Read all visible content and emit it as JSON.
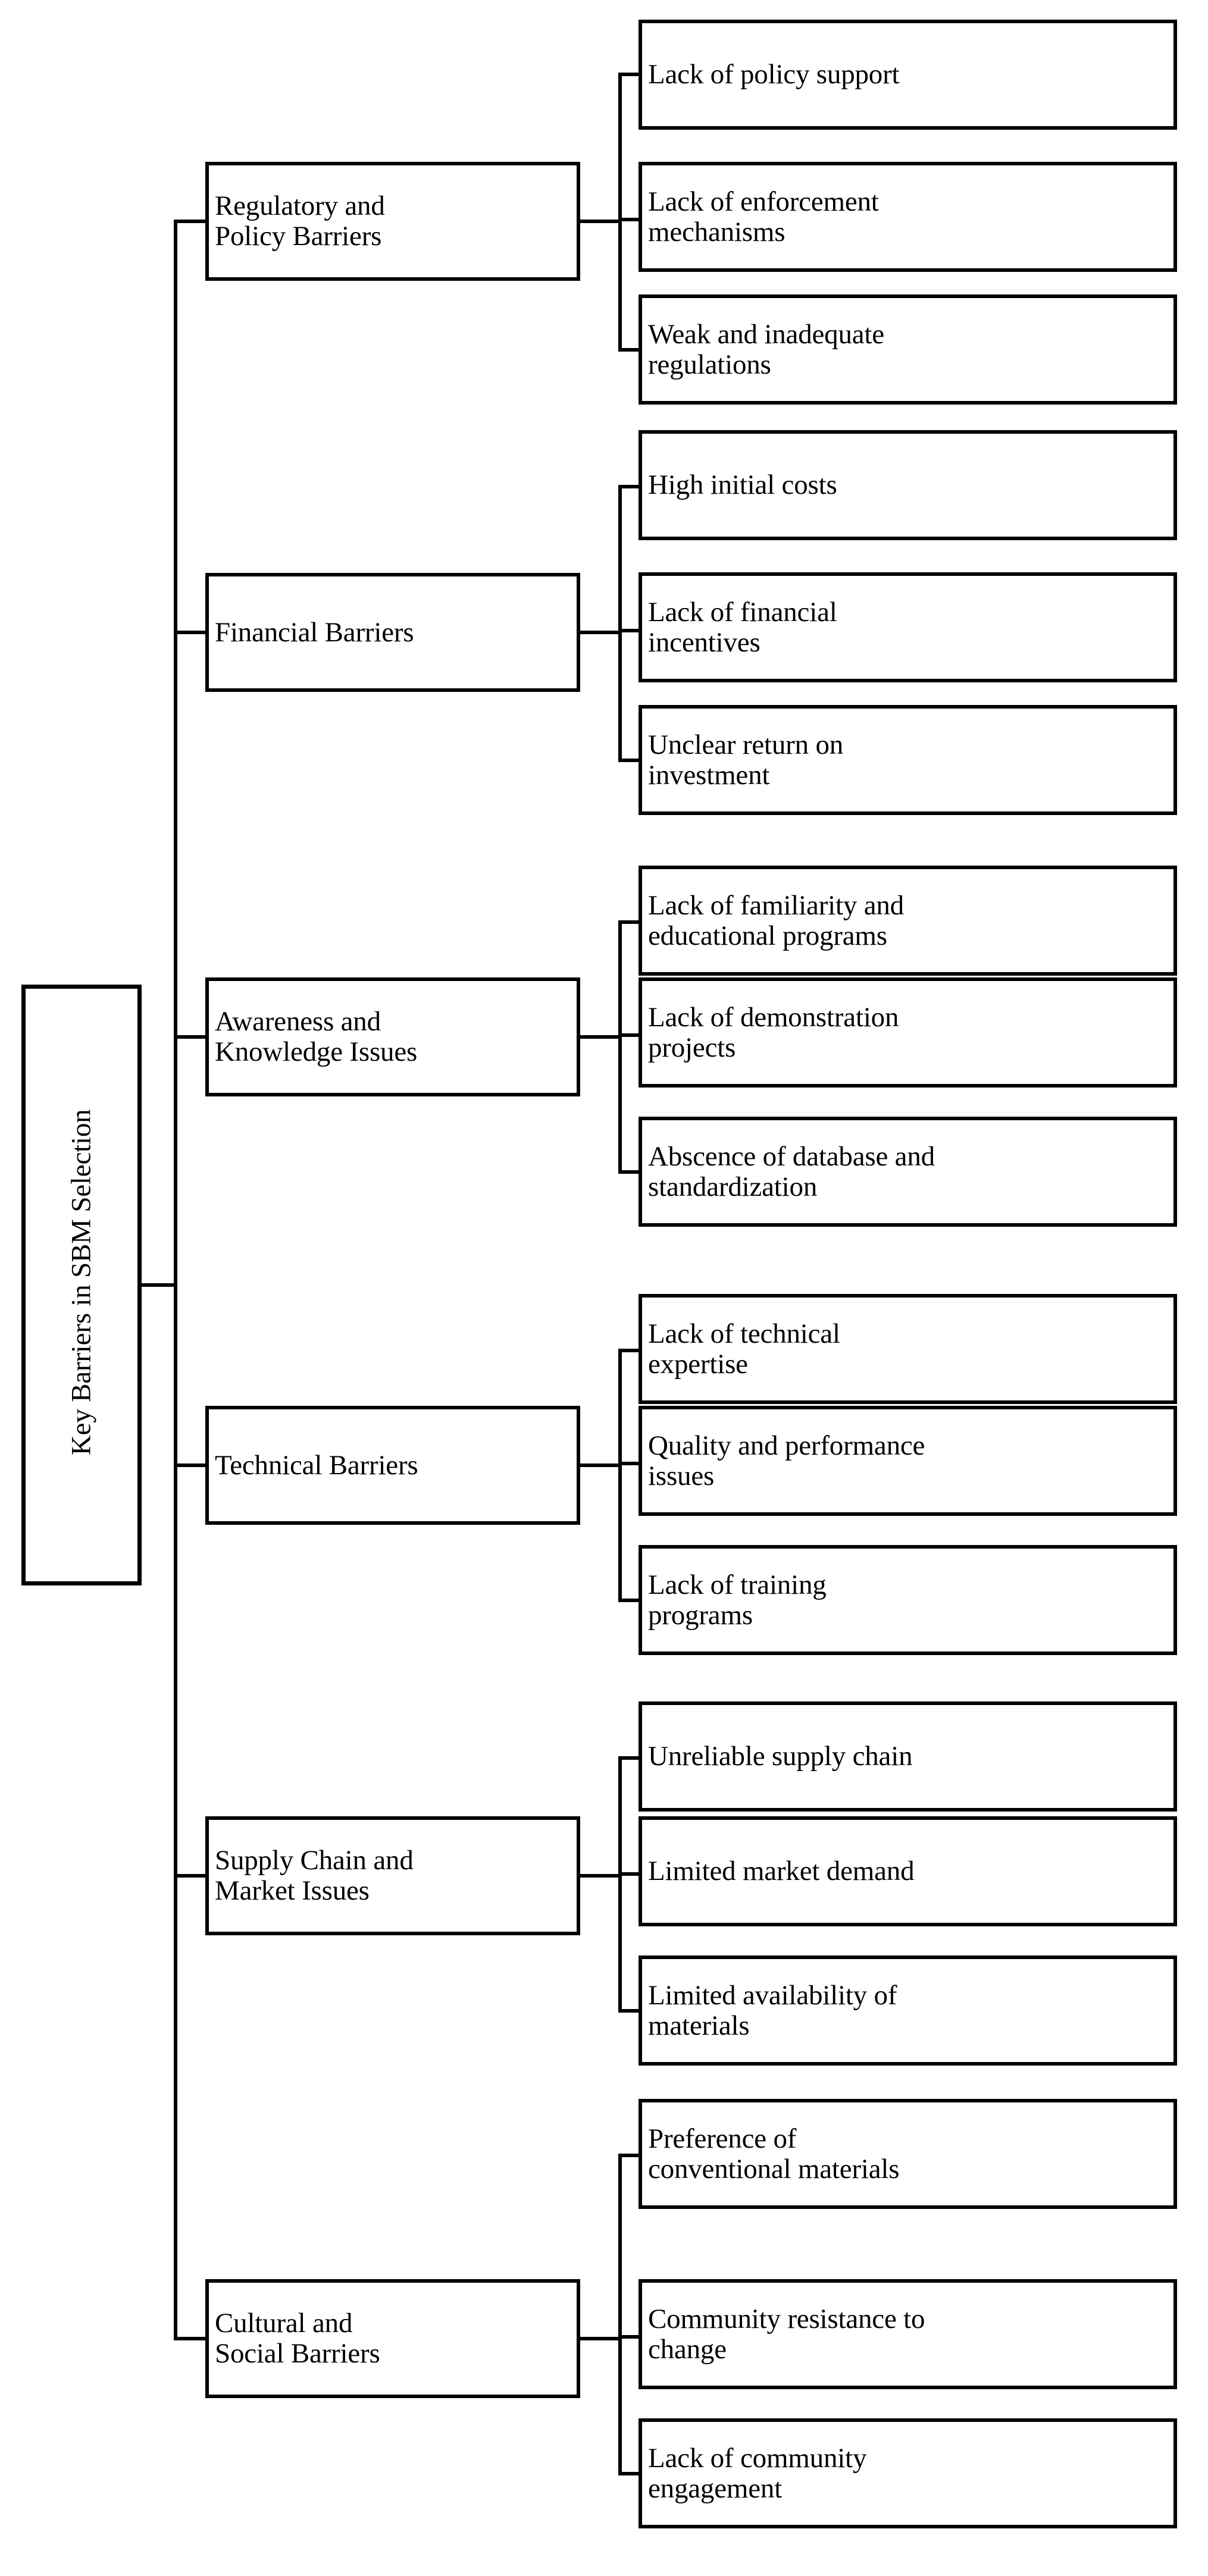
{
  "diagram": {
    "title": "Key Barriers in SBM Selection",
    "type": "hierarchy-tree",
    "orientation": "left-to-right",
    "root": {
      "label": "Key Barriers in SBM Selection",
      "text_rotation_deg": -90
    },
    "style": {
      "box_border_color": "#000000",
      "box_fill_color": "#ffffff",
      "line_color": "#000000",
      "background_color": "#ffffff",
      "text_color": "#000000"
    },
    "categories": [
      {
        "label": "Regulatory and\nPolicy Barriers",
        "leaves": [
          {
            "label": "Lack of policy support"
          },
          {
            "label": "Lack of enforcement\nmechanisms"
          },
          {
            "label": "Weak and inadequate\nregulations"
          }
        ]
      },
      {
        "label": "Financial Barriers",
        "leaves": [
          {
            "label": "High initial costs"
          },
          {
            "label": "Lack of financial\nincentives"
          },
          {
            "label": "Unclear return on\ninvestment"
          }
        ]
      },
      {
        "label": "Awareness and\nKnowledge Issues",
        "leaves": [
          {
            "label": "Lack of familiarity and\neducational programs"
          },
          {
            "label": "Lack of demonstration\nprojects"
          },
          {
            "label": "Abscence of database and\nstandardization"
          }
        ]
      },
      {
        "label": "Technical Barriers",
        "leaves": [
          {
            "label": "Lack of technical\nexpertise"
          },
          {
            "label": "Quality and performance\nissues"
          },
          {
            "label": "Lack of training\nprograms"
          }
        ]
      },
      {
        "label": "Supply Chain and\nMarket Issues",
        "leaves": [
          {
            "label": "Unreliable supply chain"
          },
          {
            "label": "Limited market demand"
          },
          {
            "label": "Limited availability of\nmaterials"
          }
        ]
      },
      {
        "label": "Cultural and\nSocial Barriers",
        "leaves": [
          {
            "label": "Preference of\nconventional materials"
          },
          {
            "label": "Community resistance to\nchange"
          },
          {
            "label": "Lack of community\nengagement"
          }
        ]
      }
    ]
  }
}
